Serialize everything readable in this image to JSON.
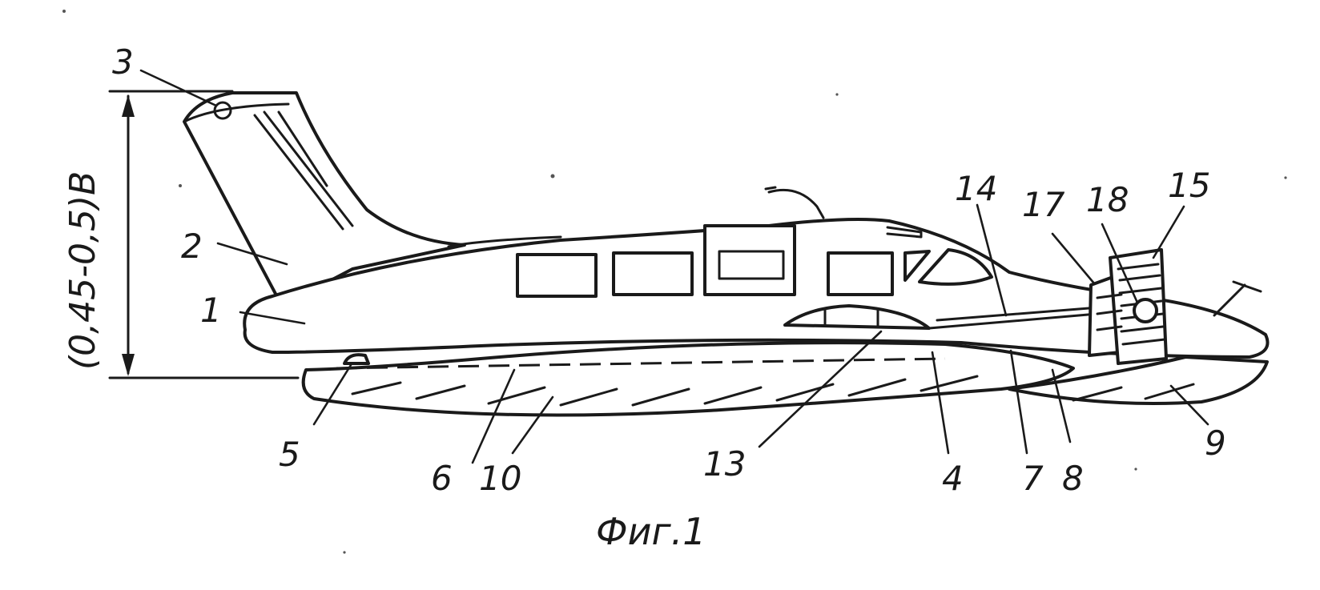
{
  "figure": {
    "caption": "Фиг.1",
    "dimension_label": "(0,45-0,5)B",
    "callouts": [
      {
        "id": "3",
        "text": "3"
      },
      {
        "id": "2",
        "text": "2"
      },
      {
        "id": "1",
        "text": "1"
      },
      {
        "id": "5",
        "text": "5"
      },
      {
        "id": "6",
        "text": "6"
      },
      {
        "id": "10",
        "text": "10"
      },
      {
        "id": "13",
        "text": "13"
      },
      {
        "id": "4",
        "text": "4"
      },
      {
        "id": "7",
        "text": "7"
      },
      {
        "id": "8",
        "text": "8"
      },
      {
        "id": "9",
        "text": "9"
      },
      {
        "id": "14",
        "text": "14"
      },
      {
        "id": "17",
        "text": "17"
      },
      {
        "id": "18",
        "text": "18"
      },
      {
        "id": "15",
        "text": "15"
      }
    ]
  }
}
